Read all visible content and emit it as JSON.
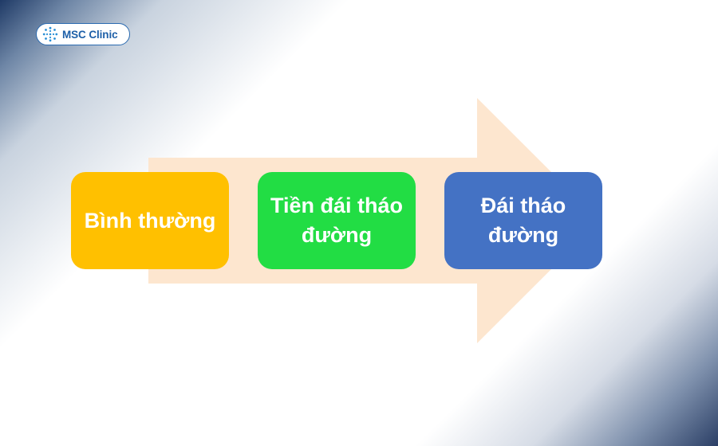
{
  "logo": {
    "text": "MSC Clinic",
    "icon": "clinic-logo-icon",
    "color": "#1d5fa8"
  },
  "diagram": {
    "arrow_color": "#fde6cf",
    "stages": [
      {
        "label": "Bình thường",
        "color": "#ffc000"
      },
      {
        "label": "Tiền đái tháo đường",
        "color": "#22dd44"
      },
      {
        "label": "Đái tháo đường",
        "color": "#4472c4"
      }
    ]
  }
}
